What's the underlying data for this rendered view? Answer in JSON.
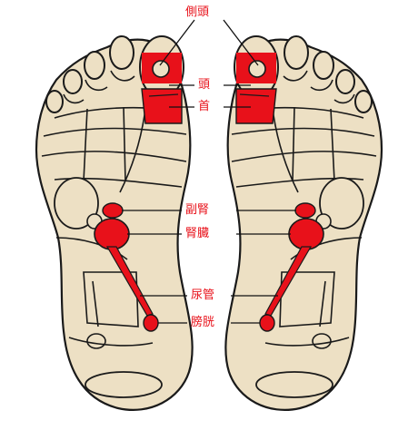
{
  "labels": {
    "lateral_head": "側頭",
    "head": "頭",
    "neck": "首",
    "adrenal": "副腎",
    "kidney": "腎臓",
    "ureter": "尿管",
    "bladder": "膀胱"
  },
  "colors": {
    "skin": "#ede0c4",
    "outline": "#1a1a1a",
    "zone": "#e8111a",
    "label_text": "#e8111a",
    "leader_line": "#111111"
  }
}
